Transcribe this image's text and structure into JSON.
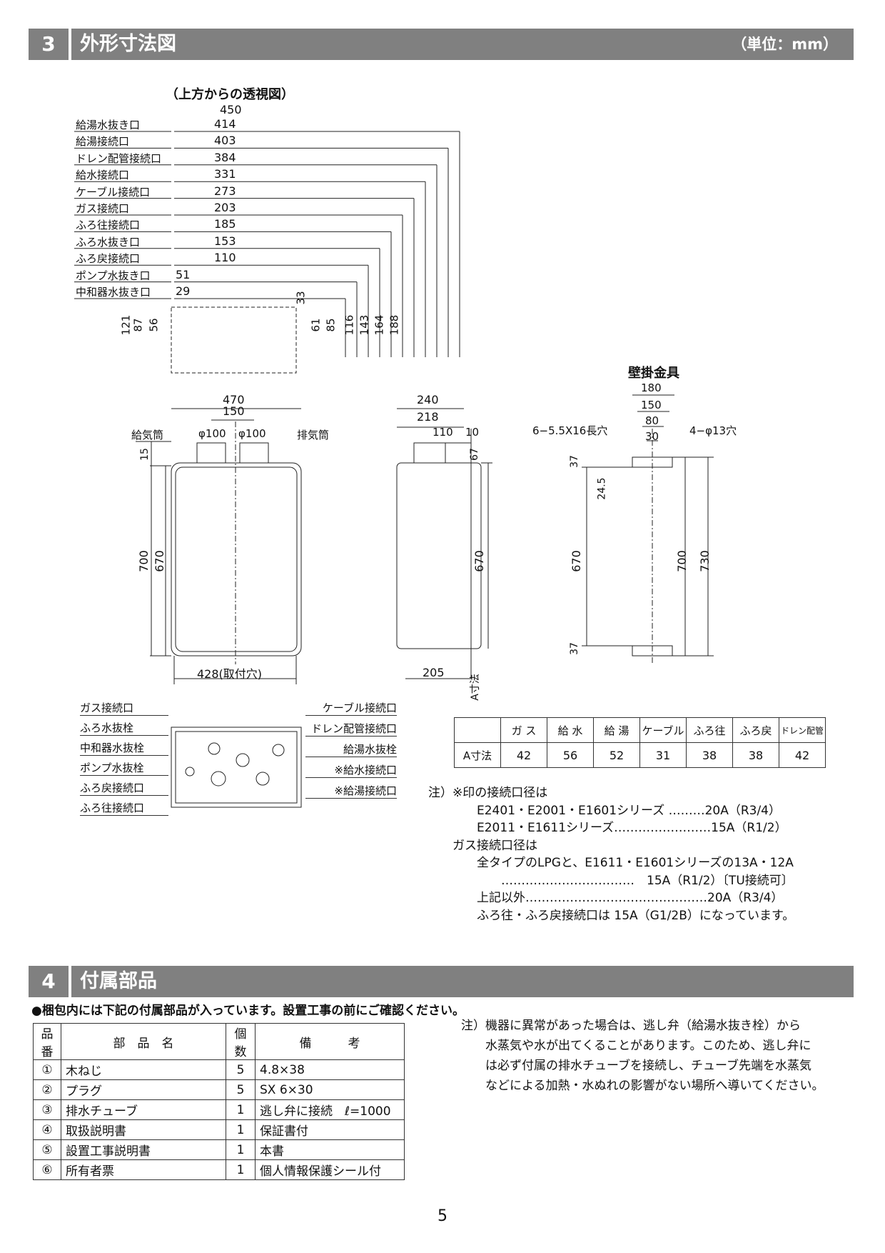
{
  "section3": {
    "num": "3",
    "title": "外形寸法図",
    "unit": "（単位：mm）"
  },
  "top_view": {
    "title": "（上方からの透視図）",
    "overall": "450",
    "rows": [
      {
        "label": "給湯水抜き口",
        "value": "414"
      },
      {
        "label": "給湯接続口",
        "value": "403"
      },
      {
        "label": "ドレン配管接続口",
        "value": "384"
      },
      {
        "label": "給水接続口",
        "value": "331"
      },
      {
        "label": "ケーブル接続口",
        "value": "273"
      },
      {
        "label": "ガス接続口",
        "value": "203"
      },
      {
        "label": "ふろ往接続口",
        "value": "185"
      },
      {
        "label": "ふろ水抜き口",
        "value": "153"
      },
      {
        "label": "ふろ戻接続口",
        "value": "110"
      },
      {
        "label": "ポンプ水抜き口",
        "value": "51"
      },
      {
        "label": "中和器水抜き口",
        "value": "29"
      }
    ],
    "vertical_left": [
      "121",
      "87",
      "56"
    ],
    "vertical_right": [
      "33",
      "61",
      "85",
      "116",
      "143",
      "164",
      "188"
    ]
  },
  "front_view": {
    "width": "470",
    "duct_spacing": "150",
    "intake_label": "給気筒",
    "exhaust_label": "排気筒",
    "duct_left": "φ100",
    "duct_right": "φ100",
    "top_gap": "15",
    "height_total": "700",
    "height_body": "670",
    "mount_holes": "428(取付穴)"
  },
  "side_view": {
    "depth": "240",
    "depth2": "218",
    "d110": "110",
    "d10": "10",
    "d67": "67",
    "height": "670",
    "bottom": "205",
    "a_dim": "A寸法"
  },
  "bracket": {
    "title": "壁掛金具",
    "w180": "180",
    "w150": "150",
    "w80": "80",
    "w30": "30",
    "slot_label": "6−5.5X16長穴",
    "hole_label": "4−φ13穴",
    "v37a": "37",
    "v24": "24.5",
    "v670": "670",
    "v700": "700",
    "v730": "730",
    "v37b": "37"
  },
  "bottom_view": {
    "left_labels": [
      "ガス接続口",
      "ふろ水抜栓",
      "中和器水抜栓",
      "ポンプ水抜栓",
      "ふろ戻接続口",
      "ふろ往接続口"
    ],
    "right_labels": [
      "ケーブル接続口",
      "ドレン配管接続口",
      "給湯水抜栓",
      "※給水接続口",
      "※給湯接続口"
    ]
  },
  "a_table": {
    "headers": [
      "ガ ス",
      "給 水",
      "給 湯",
      "ケーブル",
      "ふろ往",
      "ふろ戻",
      "ドレン配管"
    ],
    "row_label": "A寸法",
    "values": [
      "42",
      "56",
      "52",
      "31",
      "38",
      "38",
      "42"
    ]
  },
  "notes3": [
    "注）※印の接続口径は",
    "　　　　E2401・E2001・E1601シリーズ ………20A（R3/4）",
    "　　　　E2011・E1611シリーズ……………………15A（R1/2）",
    "　　ガス接続口径は",
    "　　　　全タイプのLPGと、E1611・E1601シリーズの13A・12A",
    "　　　　　　……………………………　15A（R1/2）〔TU接続可〕",
    "　　　　上記以外………………………………………20A（R3/4）",
    "　　　　ふろ往・ふろ戻接続口は 15A（G1/2B）になっています。"
  ],
  "section4": {
    "num": "4",
    "title": "付属部品"
  },
  "parts_intro": "●梱包内には下記の付属部品が入っています。設置工事の前にご確認ください。",
  "parts_headers": [
    "品番",
    "部　品　名",
    "個数",
    "備　　　考"
  ],
  "parts": [
    {
      "no": "①",
      "name": "木ねじ",
      "qty": "5",
      "note": "4.8×38"
    },
    {
      "no": "②",
      "name": "プラグ",
      "qty": "5",
      "note": "SX 6×30"
    },
    {
      "no": "③",
      "name": "排水チューブ",
      "qty": "1",
      "note": "逃し弁に接続　ℓ=1000"
    },
    {
      "no": "④",
      "name": "取扱説明書",
      "qty": "1",
      "note": "保証書付"
    },
    {
      "no": "⑤",
      "name": "設置工事説明書",
      "qty": "1",
      "note": "本書"
    },
    {
      "no": "⑥",
      "name": "所有者票",
      "qty": "1",
      "note": "個人情報保護シール付"
    }
  ],
  "notes4": [
    "注）機器に異常があった場合は、逃し弁（給湯水抜き栓）から",
    "　　水蒸気や水が出てくることがあります。このため、逃し弁に",
    "　　は必ず付属の排水チューブを接続し、チューブ先端を水蒸気",
    "　　などによる加熱・水ぬれの影響がない場所へ導いてください。"
  ],
  "page_number": "5"
}
